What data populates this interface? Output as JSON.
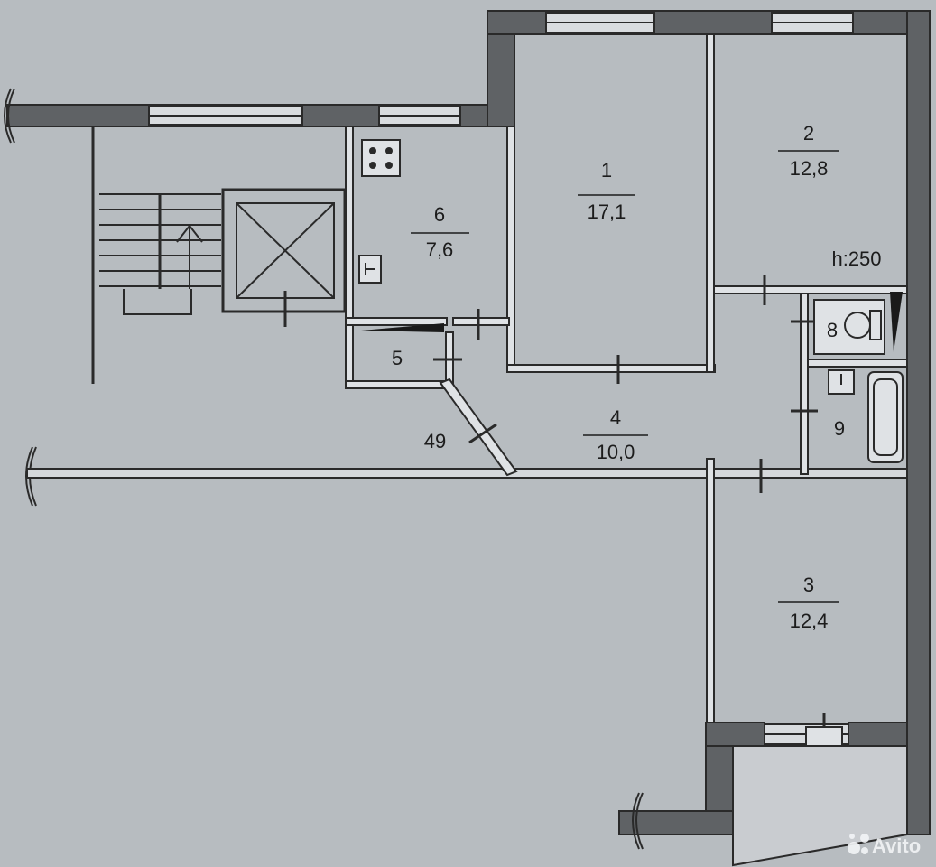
{
  "rooms": [
    {
      "number": "1",
      "area": "17,1"
    },
    {
      "number": "2",
      "area": "12,8"
    },
    {
      "number": "3",
      "area": "12,4"
    },
    {
      "number": "4",
      "area": "10,0"
    },
    {
      "number": "5"
    },
    {
      "number": "6",
      "area": "7,6"
    },
    {
      "number": "8"
    },
    {
      "number": "9"
    }
  ],
  "ceiling_height": "h:250",
  "door_label": "49",
  "watermark": "Avito",
  "colors": {
    "background": "#b7bcc0",
    "wall": "#5f6265",
    "line": "#2a2a2a"
  }
}
